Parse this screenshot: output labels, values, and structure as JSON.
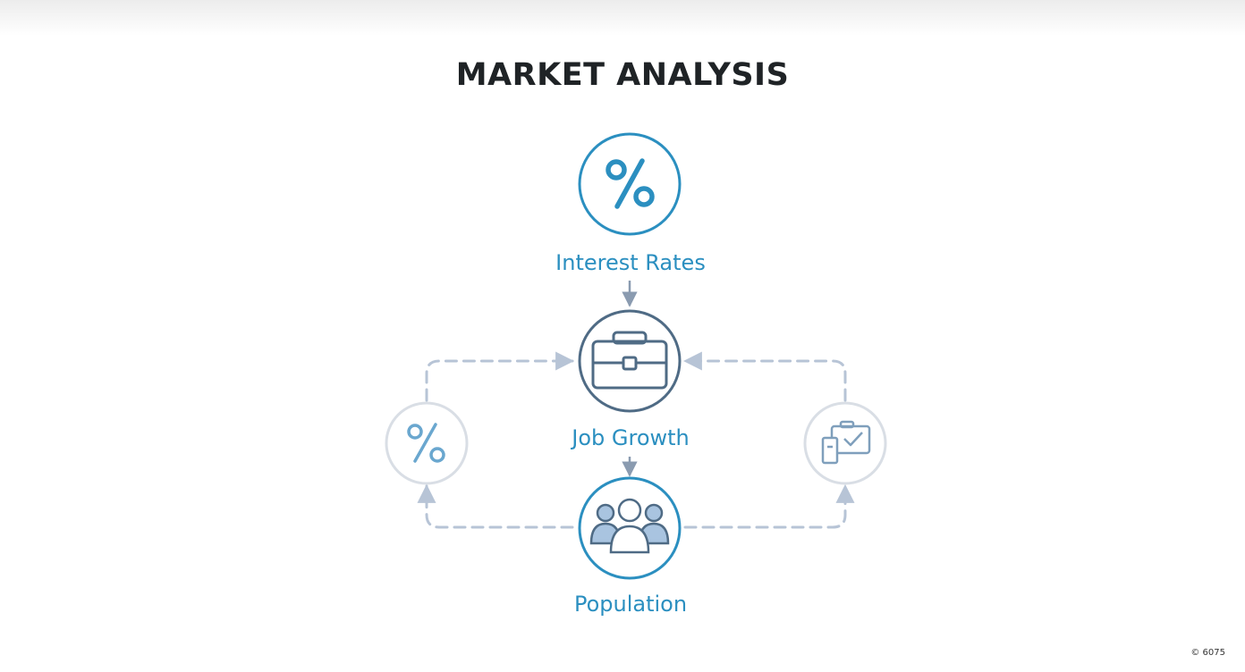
{
  "title": "MARKET ANALYSIS",
  "nodes": {
    "interest_rates": {
      "label": "Interest Rates",
      "icon": "percent-icon"
    },
    "job_growth": {
      "label": "Job Growth",
      "icon": "briefcase-icon"
    },
    "population": {
      "label": "Population",
      "icon": "people-icon"
    },
    "left_satellite": {
      "icon": "percent-icon"
    },
    "right_satellite": {
      "icon": "briefcase-checkmark-icon"
    }
  },
  "colors": {
    "primary_blue": "#2b8fc0",
    "dark_slate": "#4f6b85",
    "connector_gray": "#b7c4d6",
    "faded_ring": "#d9dee5",
    "title": "#1f2326"
  },
  "watermark": "© 6075"
}
